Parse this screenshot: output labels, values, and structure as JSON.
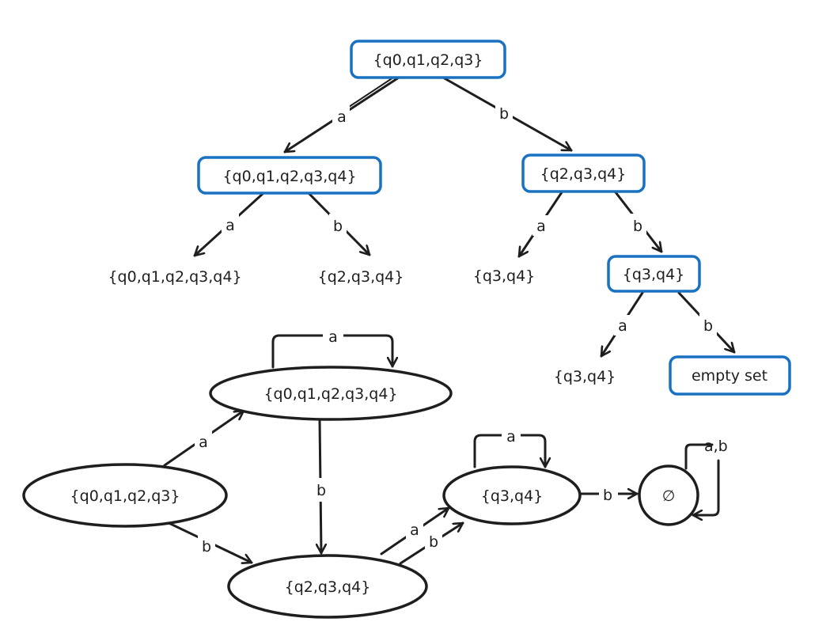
{
  "colors": {
    "box_border": "#1971c2",
    "ink": "#1e1e1e",
    "background": "#ffffff"
  },
  "tree": {
    "nodes": [
      {
        "id": "t_root",
        "label": "{q0,q1,q2,q3}",
        "boxed": true
      },
      {
        "id": "t_a",
        "label": "{q0,q1,q2,q3,q4}",
        "boxed": true
      },
      {
        "id": "t_b",
        "label": "{q2,q3,q4}",
        "boxed": true
      },
      {
        "id": "t_aa",
        "label": "{q0,q1,q2,q3,q4}",
        "boxed": false
      },
      {
        "id": "t_ab",
        "label": "{q2,q3,q4}",
        "boxed": false
      },
      {
        "id": "t_ba",
        "label": "{q3,q4}",
        "boxed": false
      },
      {
        "id": "t_bb",
        "label": "{q3,q4}",
        "boxed": true
      },
      {
        "id": "t_bba",
        "label": "{q3,q4}",
        "boxed": false
      },
      {
        "id": "t_bbb",
        "label": "empty set",
        "boxed": true
      }
    ],
    "edges": [
      {
        "from": "t_root",
        "to": "t_a",
        "label": "a"
      },
      {
        "from": "t_root",
        "to": "t_b",
        "label": "b"
      },
      {
        "from": "t_a",
        "to": "t_aa",
        "label": "a"
      },
      {
        "from": "t_a",
        "to": "t_ab",
        "label": "b"
      },
      {
        "from": "t_b",
        "to": "t_ba",
        "label": "a"
      },
      {
        "from": "t_b",
        "to": "t_bb",
        "label": "b"
      },
      {
        "from": "t_bb",
        "to": "t_bba",
        "label": "a"
      },
      {
        "from": "t_bb",
        "to": "t_bbb",
        "label": "b"
      }
    ]
  },
  "dfa": {
    "states": [
      {
        "id": "s0",
        "label": "{q0,q1,q2,q3}"
      },
      {
        "id": "s1",
        "label": "{q0,q1,q2,q3,q4}"
      },
      {
        "id": "s2",
        "label": "{q2,q3,q4}"
      },
      {
        "id": "s3",
        "label": "{q3,q4}"
      },
      {
        "id": "s4",
        "label": "∅"
      }
    ],
    "transitions": [
      {
        "from": "s0",
        "to": "s1",
        "label": "a"
      },
      {
        "from": "s0",
        "to": "s2",
        "label": "b"
      },
      {
        "from": "s1",
        "to": "s1",
        "label": "a"
      },
      {
        "from": "s1",
        "to": "s2",
        "label": "b"
      },
      {
        "from": "s2",
        "to": "s3",
        "label": "a"
      },
      {
        "from": "s2",
        "to": "s3",
        "label": "b"
      },
      {
        "from": "s3",
        "to": "s3",
        "label": "a"
      },
      {
        "from": "s3",
        "to": "s4",
        "label": "b"
      },
      {
        "from": "s4",
        "to": "s4",
        "label": "a,b"
      }
    ]
  }
}
